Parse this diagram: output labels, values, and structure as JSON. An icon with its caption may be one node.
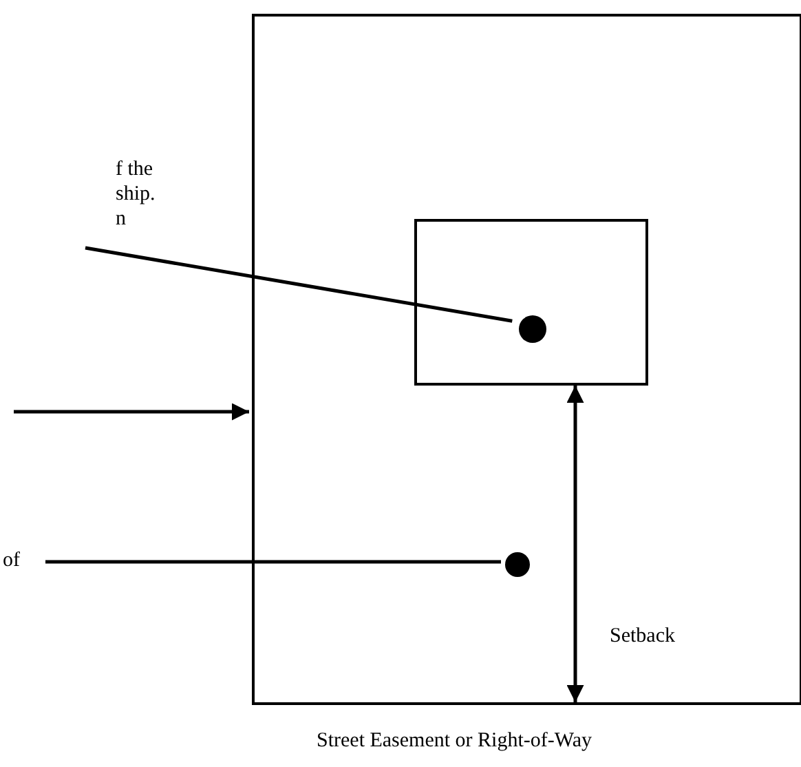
{
  "diagram": {
    "nodes": [
      {
        "text": [],
        "shape": "box"
      },
      {
        "text": [],
        "shape": "box",
        "in": 0
      },
      {
        "text": [],
        "shape": "circle",
        "in": 1
      },
      {
        "text": [],
        "shape": "circle",
        "in": 0
      },
      {
        "text": [
          "f the ship. n"
        ]
      },
      {
        "text": [
          "of"
        ]
      }
    ],
    "edges": [
      {
        "from": 4,
        "to": 2,
        "arrow": "none"
      },
      {
        "from": null,
        "to": 0,
        "arrow": "to"
      },
      {
        "from": 5,
        "to": 3,
        "arrow": "none"
      },
      {
        "from": 1,
        "to": 0,
        "arrow": "both",
        "label": "Setback"
      }
    ],
    "labels": [
      "Street Easement or Right-of-Way"
    ]
  }
}
